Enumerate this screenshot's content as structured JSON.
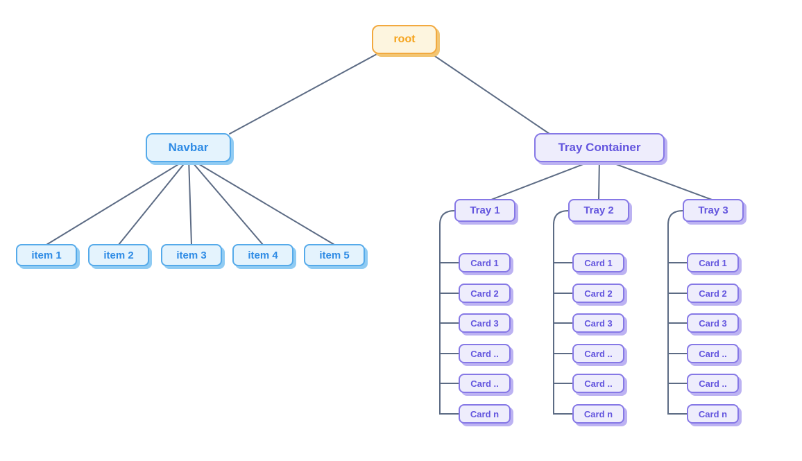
{
  "diagram": {
    "root": {
      "label": "root"
    },
    "navbar": {
      "label": "Navbar",
      "items": [
        {
          "label": "item 1"
        },
        {
          "label": "item 2"
        },
        {
          "label": "item 3"
        },
        {
          "label": "item 4"
        },
        {
          "label": "item 5"
        }
      ]
    },
    "tray_container": {
      "label": "Tray Container",
      "trays": [
        {
          "label": "Tray 1",
          "cards": [
            {
              "label": "Card 1"
            },
            {
              "label": "Card 2"
            },
            {
              "label": "Card 3"
            },
            {
              "label": "Card .."
            },
            {
              "label": "Card .."
            },
            {
              "label": "Card n"
            }
          ]
        },
        {
          "label": "Tray 2",
          "cards": [
            {
              "label": "Card 1"
            },
            {
              "label": "Card 2"
            },
            {
              "label": "Card 3"
            },
            {
              "label": "Card .."
            },
            {
              "label": "Card .."
            },
            {
              "label": "Card n"
            }
          ]
        },
        {
          "label": "Tray 3",
          "cards": [
            {
              "label": "Card 1"
            },
            {
              "label": "Card 2"
            },
            {
              "label": "Card 3"
            },
            {
              "label": "Card .."
            },
            {
              "label": "Card .."
            },
            {
              "label": "Card n"
            }
          ]
        }
      ]
    }
  },
  "colors": {
    "background": "#FFFFFF",
    "connector_line": "#5C6B84",
    "orange_fill": "#FDF5DF",
    "orange_border": "#F2A93F",
    "orange_text": "#F5A31C",
    "orange_shadow": "#F2C573",
    "blue_fill": "#E4F3FD",
    "blue_border": "#55AAEA",
    "blue_text": "#2E8BE5",
    "blue_shadow": "#8FCBF3",
    "purple_fill": "#EEEDFC",
    "purple_border": "#8678E6",
    "purple_text": "#6355DE",
    "purple_shadow": "#BCB2F2"
  }
}
